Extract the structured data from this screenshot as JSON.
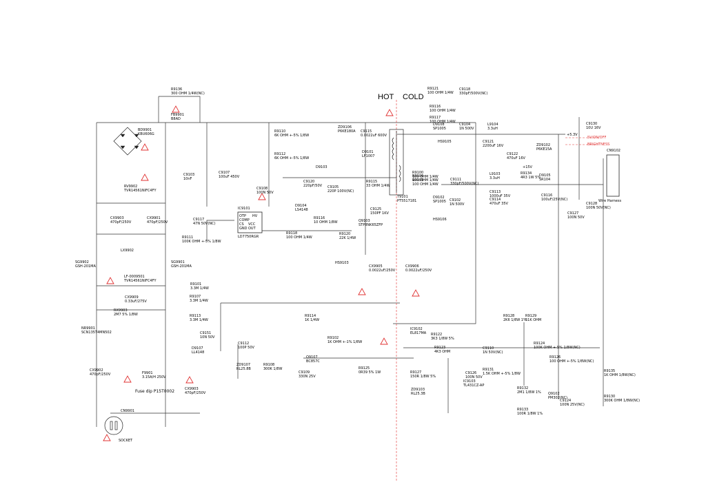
{
  "header": {
    "hot": "HOT",
    "cold": "COLD"
  },
  "fuse_caption": "Fuse dip P15T0002",
  "socket_label": "SOCKET",
  "harness_label": "Wire Harness",
  "connector_label": "CN9102",
  "plus5v": "+5.3V",
  "plus15v": "+15V",
  "red_signals": [
    "5V/ON/OFF",
    "BRIGHTNESS"
  ],
  "ic_main": {
    "name": "IC9101",
    "part": "LD7750RGR",
    "pins": [
      "OTP",
      "HV",
      "COMP",
      "CS",
      "VCC",
      "GND",
      "OUT"
    ]
  },
  "labels": [
    [
      "R9136",
      "300 OHM 1/4W(NC)"
    ],
    [
      "FB9901",
      "B8AD"
    ],
    [
      "BD9901",
      "KBU606G"
    ],
    [
      "RV9902",
      "TVR14561NIFC4FY"
    ],
    [
      "CX9903",
      "470pF/250V"
    ],
    [
      "CX9901",
      "470pF/250V"
    ],
    [
      "R9110",
      "6K OHM +-5% 1/8W"
    ],
    [
      "R9112",
      "6K OHM +-5% 1/8W"
    ],
    [
      "ZD9106",
      "P6KE180A"
    ],
    [
      "C9115",
      "0.0022uF 600V"
    ],
    [
      "D9101",
      "LF1007"
    ],
    [
      "C9103",
      "10nF"
    ],
    [
      "C9107",
      "100uF 450V"
    ],
    [
      "D9103",
      ""
    ],
    [
      "C9108",
      "100N 50V"
    ],
    [
      "C9120",
      "220pF/50V"
    ],
    [
      "C9105",
      "220P 100V(NC)"
    ],
    [
      "R9115",
      "33 OHM 1/4W"
    ],
    [
      "T9101",
      "PT5517181"
    ],
    [
      "Q9103",
      "STP8NK65ZFP"
    ],
    [
      "D9104",
      "LS4148"
    ],
    [
      "R9116",
      "10 OHM 1/8W"
    ],
    [
      "R9118",
      "100 OHM 1/4W"
    ],
    [
      "R9120",
      "22K 1/4W"
    ],
    [
      "C9125",
      "150PF 1KV"
    ],
    [
      "C9117",
      "47N 50V(NC)"
    ],
    [
      "R9111",
      "100K OHM +-5% 1/8W"
    ],
    [
      "LX9902",
      ""
    ],
    [
      "LF-0009501",
      "TVR14561NIFC4FY"
    ],
    [
      "SG9902",
      "GSH-201MA"
    ],
    [
      "SG9901",
      "GSH-201MA"
    ],
    [
      "R9101",
      "3.3M 1/4W"
    ],
    [
      "CX9909",
      "0.33uF/275V"
    ],
    [
      "RX9903",
      "2M7 5% 1/8W"
    ],
    [
      "NR9901",
      "SCN135T4MN502"
    ],
    [
      "R9107",
      "3.3M 1/4W"
    ],
    [
      "R9113",
      "3.3M 1/4W"
    ],
    [
      "C9151",
      "10N 50V"
    ],
    [
      "C9112",
      "100P 50V"
    ],
    [
      "D9107",
      "LL4148"
    ],
    [
      "ZD9107",
      "RL25.8B"
    ],
    [
      "R9108",
      "300K 1/8W"
    ],
    [
      "Q9107",
      "BC857C"
    ],
    [
      "C9109",
      "330N 25V"
    ],
    [
      "R9114",
      "1K 1/4W"
    ],
    [
      "R9102",
      "1K OHM +-1% 1/8W"
    ],
    [
      "R9125",
      "0R39 5% 1W"
    ],
    [
      "HS9103",
      ""
    ],
    [
      "CX9905",
      "0.0022uF/250V"
    ],
    [
      "CX9906",
      "0.0022uF/250V"
    ],
    [
      "CX9902",
      "470pF/250V"
    ],
    [
      "F9901",
      "3.15A/H 250V"
    ],
    [
      "CX9903",
      "470pF/250V"
    ],
    [
      "CN9901",
      ""
    ],
    [
      "R9121",
      "100 OHM 1/4W"
    ],
    [
      "C9118",
      "330pF/500V(NC)"
    ],
    [
      "R9116",
      "100 OHM 1/4W"
    ],
    [
      "R9117",
      "100 OHM 1/4W"
    ],
    [
      "D9108",
      "SP1005"
    ],
    [
      "C9104",
      "1N 500V"
    ],
    [
      "HS9105",
      ""
    ],
    [
      "R9100",
      "100 OHM 1/4W"
    ],
    [
      "R9106",
      "100 OHM 1/4W"
    ],
    [
      "R9105",
      "100 OHM 1/4W"
    ],
    [
      "D9102",
      "SP1005"
    ],
    [
      "C9111",
      "330pF/500V(NC)"
    ],
    [
      "C9102",
      "1N 500V"
    ],
    [
      "HS9106",
      ""
    ],
    [
      "L9104",
      "3.3uH"
    ],
    [
      "C9121",
      "2200uF 16V"
    ],
    [
      "C9122",
      "470uF 16V"
    ],
    [
      "ZD9102",
      "P6KE15A"
    ],
    [
      "R9134",
      "4R3 1W 5%"
    ],
    [
      "L9103",
      "3.3uH"
    ],
    [
      "C9113",
      "1000uF 35V"
    ],
    [
      "C9114",
      "470uF 35V"
    ],
    [
      "D9105",
      "SR104"
    ],
    [
      "C9116",
      "100uF/25V(NC)"
    ],
    [
      "C9127",
      "100N 50V"
    ],
    [
      "C9128",
      "100N 50V(NC)"
    ],
    [
      "C9130",
      "10U 16V"
    ],
    [
      "IC9102",
      "EL817MA"
    ],
    [
      "R9122",
      "3K3 1/8W 5%"
    ],
    [
      "R9128",
      "2K6 1/8W 1%"
    ],
    [
      "R9129",
      "51K OHM"
    ],
    [
      "R9123",
      "4K3 OHM"
    ],
    [
      "C9110",
      "1N 50V(NC)"
    ],
    [
      "R9124",
      "100K OHM +-5% 1/8W(NC)"
    ],
    [
      "R9126",
      "100 OHM +-5% 1/8W(NC)"
    ],
    [
      "C9126",
      "100N 50V"
    ],
    [
      "R9131",
      "1.5K OHM +-5% 1/8W"
    ],
    [
      "IC9103",
      "TL431CZ-AP"
    ],
    [
      "ZD9103",
      "RL25.3B"
    ],
    [
      "R9127",
      "150R 1/8W 5%"
    ],
    [
      "R9132",
      "2M1 1/8W 1%"
    ],
    [
      "R9133",
      "100R 1/8W 1%"
    ],
    [
      "Q9102",
      "PM302(NC)"
    ],
    [
      "C9124",
      "100N 25V(NC)"
    ],
    [
      "R9130",
      "300K OHM 1/8W(NC)"
    ],
    [
      "R9135",
      "1K OHM 1/8W(NC)"
    ]
  ]
}
